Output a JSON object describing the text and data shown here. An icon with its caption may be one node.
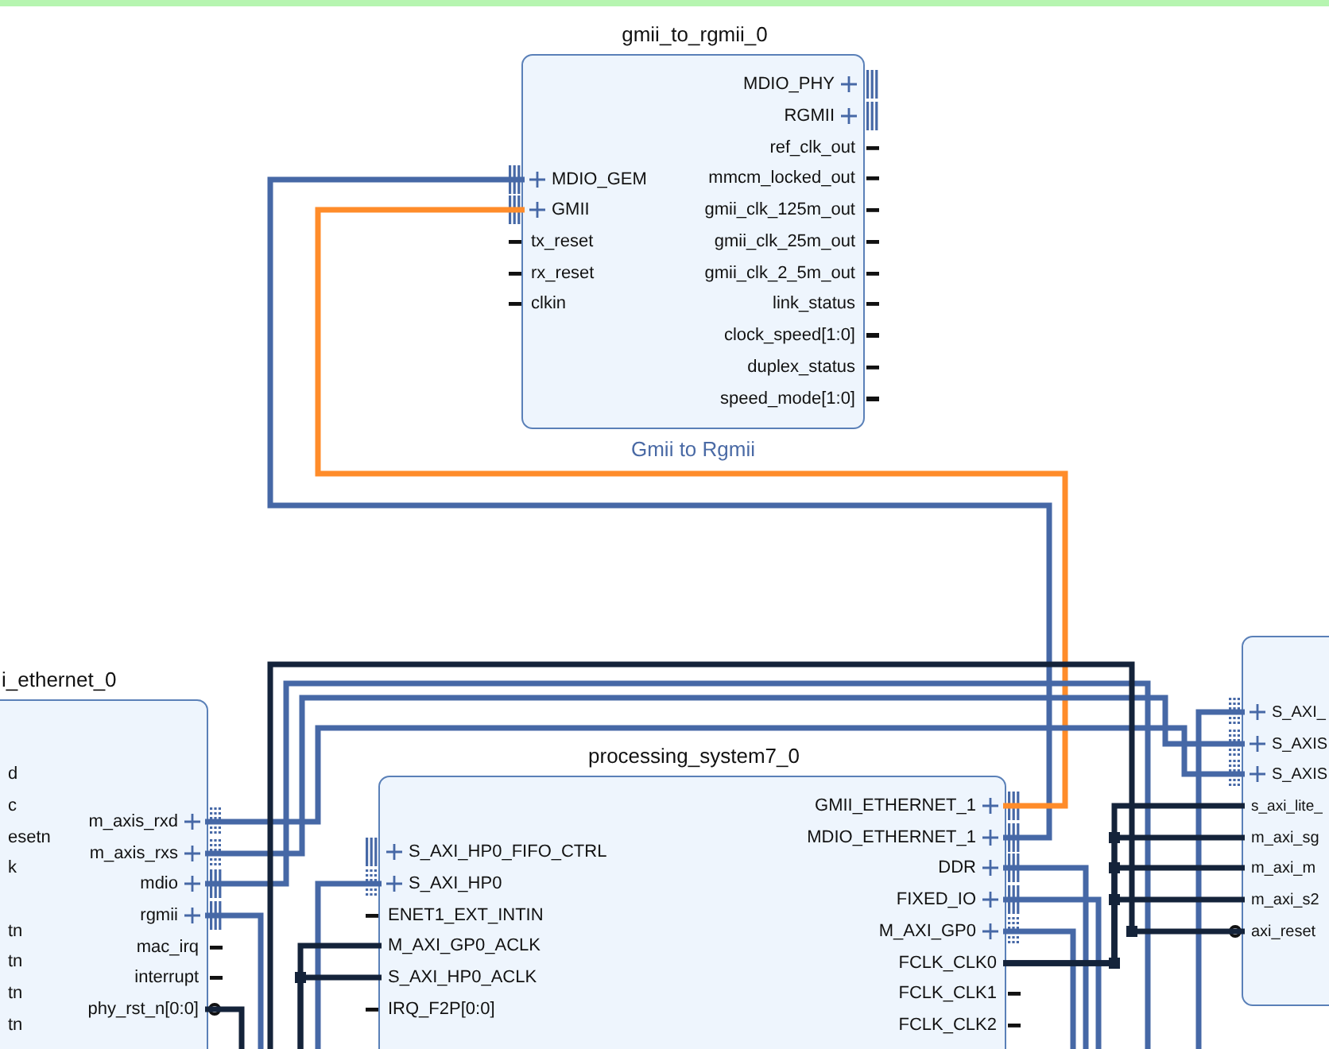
{
  "diagram": {
    "nodes": [
      {
        "text": [
          "gmii_to_rgmii_0",
          "Gmii to Rgmii"
        ]
      },
      {
        "text": [
          "MDIO_PHY"
        ],
        "in": 0
      },
      {
        "text": [
          "RGMII"
        ],
        "in": 0
      },
      {
        "text": [
          "ref_clk_out"
        ],
        "in": 0
      },
      {
        "text": [
          "mmcm_locked_out"
        ],
        "in": 0
      },
      {
        "text": [
          "gmii_clk_125m_out"
        ],
        "in": 0
      },
      {
        "text": [
          "gmii_clk_25m_out"
        ],
        "in": 0
      },
      {
        "text": [
          "gmii_clk_2_5m_out"
        ],
        "in": 0
      },
      {
        "text": [
          "link_status"
        ],
        "in": 0
      },
      {
        "text": [
          "clock_speed[1:0]"
        ],
        "in": 0
      },
      {
        "text": [
          "duplex_status"
        ],
        "in": 0
      },
      {
        "text": [
          "speed_mode[1:0]"
        ],
        "in": 0
      },
      {
        "text": [
          "MDIO_GEM"
        ],
        "in": 0
      },
      {
        "text": [
          "GMII"
        ],
        "in": 0
      },
      {
        "text": [
          "tx_reset"
        ],
        "in": 0
      },
      {
        "text": [
          "rx_reset"
        ],
        "in": 0
      },
      {
        "text": [
          "clkin"
        ],
        "in": 0
      },
      {
        "text": [
          "i_ethernet_0"
        ]
      },
      {
        "text": [
          "d"
        ],
        "in": 17
      },
      {
        "text": [
          "c"
        ],
        "in": 17
      },
      {
        "text": [
          "esetn"
        ],
        "in": 17
      },
      {
        "text": [
          "k"
        ],
        "in": 17
      },
      {
        "text": [
          "tn"
        ],
        "in": 17
      },
      {
        "text": [
          "tn"
        ],
        "in": 17
      },
      {
        "text": [
          "tn"
        ],
        "in": 17
      },
      {
        "text": [
          "tn"
        ],
        "in": 17
      },
      {
        "text": [
          "m_axis_rxd"
        ],
        "in": 17
      },
      {
        "text": [
          "m_axis_rxs"
        ],
        "in": 17
      },
      {
        "text": [
          "mdio"
        ],
        "in": 17
      },
      {
        "text": [
          "rgmii"
        ],
        "in": 17
      },
      {
        "text": [
          "mac_irq"
        ],
        "in": 17
      },
      {
        "text": [
          "interrupt"
        ],
        "in": 17
      },
      {
        "text": [
          "phy_rst_n[0:0]"
        ],
        "in": 17
      },
      {
        "text": [
          "processing_system7_0"
        ]
      },
      {
        "text": [
          "S_AXI_HP0_FIFO_CTRL"
        ],
        "in": 33
      },
      {
        "text": [
          "S_AXI_HP0"
        ],
        "in": 33
      },
      {
        "text": [
          "ENET1_EXT_INTIN"
        ],
        "in": 33
      },
      {
        "text": [
          "M_AXI_GP0_ACLK"
        ],
        "in": 33
      },
      {
        "text": [
          "S_AXI_HP0_ACLK"
        ],
        "in": 33
      },
      {
        "text": [
          "IRQ_F2P[0:0]"
        ],
        "in": 33
      },
      {
        "text": [
          "GMII_ETHERNET_1"
        ],
        "in": 33
      },
      {
        "text": [
          "MDIO_ETHERNET_1"
        ],
        "in": 33
      },
      {
        "text": [
          "DDR"
        ],
        "in": 33
      },
      {
        "text": [
          "FIXED_IO"
        ],
        "in": 33
      },
      {
        "text": [
          "M_AXI_GP0"
        ],
        "in": 33
      },
      {
        "text": [
          "FCLK_CLK0"
        ],
        "in": 33
      },
      {
        "text": [
          "FCLK_CLK1"
        ],
        "in": 33
      },
      {
        "text": [
          "FCLK_CLK2"
        ],
        "in": 33
      },
      {
        "text": [],
        "shape": "box"
      },
      {
        "text": [
          "S_AXI_"
        ],
        "in": 48
      },
      {
        "text": [
          "S_AXIS"
        ],
        "in": 48
      },
      {
        "text": [
          "S_AXIS"
        ],
        "in": 48
      },
      {
        "text": [
          "s_axi_lite_"
        ],
        "in": 48
      },
      {
        "text": [
          "m_axi_sg"
        ],
        "in": 48
      },
      {
        "text": [
          "m_axi_m"
        ],
        "in": 48
      },
      {
        "text": [
          "m_axi_s2"
        ],
        "in": 48
      },
      {
        "text": [
          "axi_reset"
        ],
        "in": 48
      }
    ],
    "edges": [
      {
        "from": 12,
        "to": 41,
        "arrow": "none"
      },
      {
        "from": 13,
        "to": 40,
        "arrow": "none",
        "color": "#ff8c2a"
      },
      {
        "from": 26,
        "to": 51,
        "arrow": "none"
      },
      {
        "from": 27,
        "to": 50,
        "arrow": "none"
      },
      {
        "from": 28,
        "to": null,
        "arrow": "none"
      },
      {
        "from": 29,
        "to": null,
        "arrow": "none"
      },
      {
        "from": 32,
        "to": null,
        "arrow": "none",
        "color": "#14233a"
      },
      {
        "from": null,
        "to": 35,
        "arrow": "none"
      },
      {
        "from": null,
        "to": 49,
        "arrow": "none"
      },
      {
        "from": null,
        "to": 56,
        "arrow": "none",
        "color": "#14233a"
      },
      {
        "from": 42,
        "to": null,
        "arrow": "none"
      },
      {
        "from": 43,
        "to": null,
        "arrow": "none"
      },
      {
        "from": 44,
        "to": null,
        "arrow": "none"
      },
      {
        "from": 45,
        "to": 52,
        "arrow": "none",
        "color": "#14233a"
      },
      {
        "from": 45,
        "to": 53,
        "arrow": "none",
        "color": "#14233a"
      },
      {
        "from": 45,
        "to": 54,
        "arrow": "none",
        "color": "#14233a"
      },
      {
        "from": 45,
        "to": 55,
        "arrow": "none",
        "color": "#14233a"
      },
      {
        "from": null,
        "to": 37,
        "arrow": "none",
        "color": "#14233a"
      },
      {
        "from": null,
        "to": 38,
        "arrow": "none",
        "color": "#14233a"
      }
    ]
  }
}
